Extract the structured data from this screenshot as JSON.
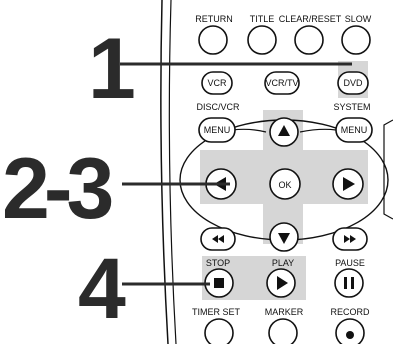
{
  "steps": {
    "step1": "1",
    "step2": "2-3",
    "step3": "4"
  },
  "labels": {
    "return": "RETURN",
    "title": "TITLE",
    "clear_reset": "CLEAR/RESET",
    "slow": "SLOW",
    "disc_vcr": "DISC/VCR",
    "system": "SYSTEM",
    "stop": "STOP",
    "play": "PLAY",
    "pause": "PAUSE",
    "timer_set": "TIMER SET",
    "marker": "MARKER",
    "record": "RECORD"
  },
  "buttons": {
    "vcr": "VCR",
    "vcr_tv": "VCR/TV",
    "dvd": "DVD",
    "menu_left": "MENU",
    "menu_right": "MENU",
    "ok": "OK"
  },
  "colors": {
    "highlight": "#d6d6d6",
    "callout": "#2b2b2b"
  }
}
